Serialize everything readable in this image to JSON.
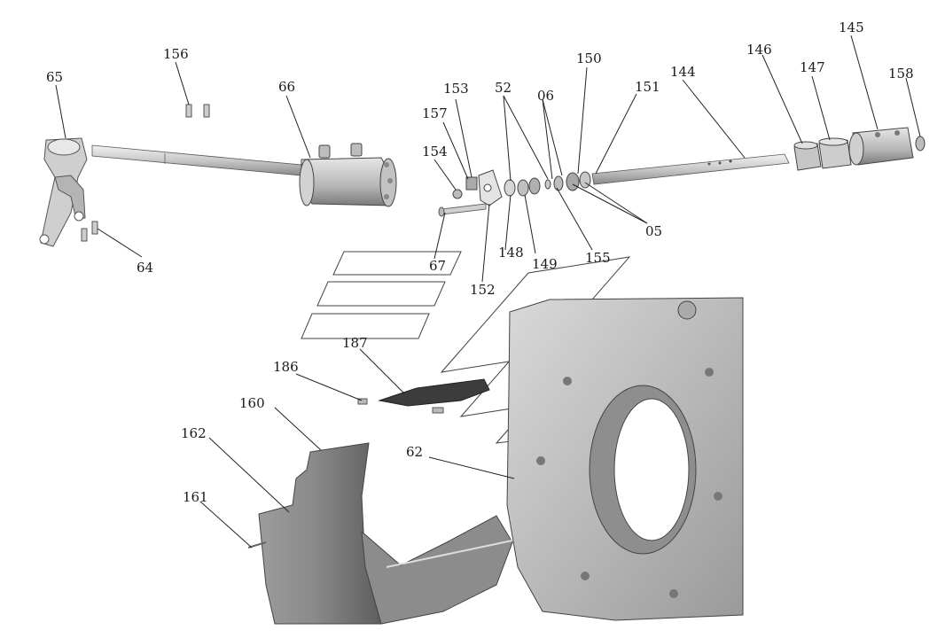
{
  "labels": {
    "l65": "65",
    "l156": "156",
    "l66": "66",
    "l64": "64",
    "l157": "157",
    "l153": "153",
    "l154": "154",
    "l52": "52",
    "l06": "06",
    "l150": "150",
    "l151": "151",
    "l144": "144",
    "l146": "146",
    "l147": "147",
    "l145": "145",
    "l158": "158",
    "l05": "05",
    "l67": "67",
    "l148": "148",
    "l149": "149",
    "l155": "155",
    "l152": "152",
    "l187": "187",
    "l186": "186",
    "l160": "160",
    "l162": "162",
    "l161": "161",
    "l62": "62"
  }
}
